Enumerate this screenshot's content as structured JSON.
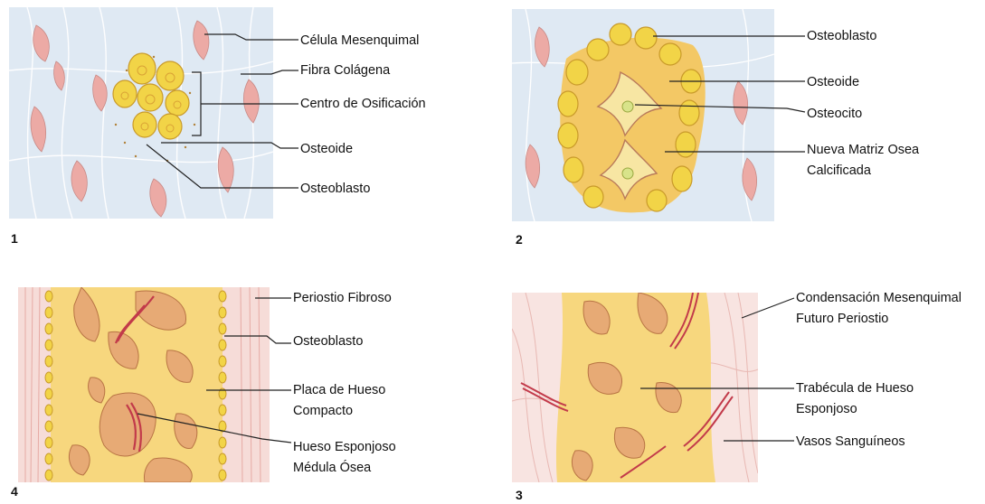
{
  "panels": [
    {
      "number": "1",
      "labels": {
        "celula_mesenquimal": "Célula Mesenquimal",
        "fibra_colagena": "Fibra Colágena",
        "centro_osificacion": "Centro de Osificación",
        "osteoide": "Osteoide",
        "osteoblasto": "Osteoblasto"
      }
    },
    {
      "number": "2",
      "labels": {
        "osteoblasto": "Osteoblasto",
        "osteoide": "Osteoide",
        "osteocito": "Osteocito",
        "nueva_matriz_1": "Nueva Matriz Osea",
        "nueva_matriz_2": "Calcificada"
      }
    },
    {
      "number": "4",
      "labels": {
        "periostio_fibroso": "Periostio Fibroso",
        "osteoblasto": "Osteoblasto",
        "placa_hueso_1": "Placa de Hueso",
        "placa_hueso_2": "Compacto",
        "hueso_esponjoso": "Hueso Esponjoso",
        "medula_osea": "Médula Ósea"
      }
    },
    {
      "number": "3",
      "labels": {
        "condensacion_1": "Condensación Mesenquimal",
        "condensacion_2": "Futuro Periostio",
        "trabecula_1": "Trabécula de Hueso",
        "trabecula_2": "Esponjoso",
        "vasos": "Vasos Sanguíneos"
      }
    }
  ],
  "colors": {
    "mesenchyme_bg": "#dfe9f3",
    "cell_pink": "#ecaaa5",
    "bone_yellow": "#f7d37c",
    "osteoblast": "#f2d447",
    "trabecula": "#e7aa75",
    "vessel": "#c23a4a",
    "fibrous": "#f3c6c1"
  }
}
